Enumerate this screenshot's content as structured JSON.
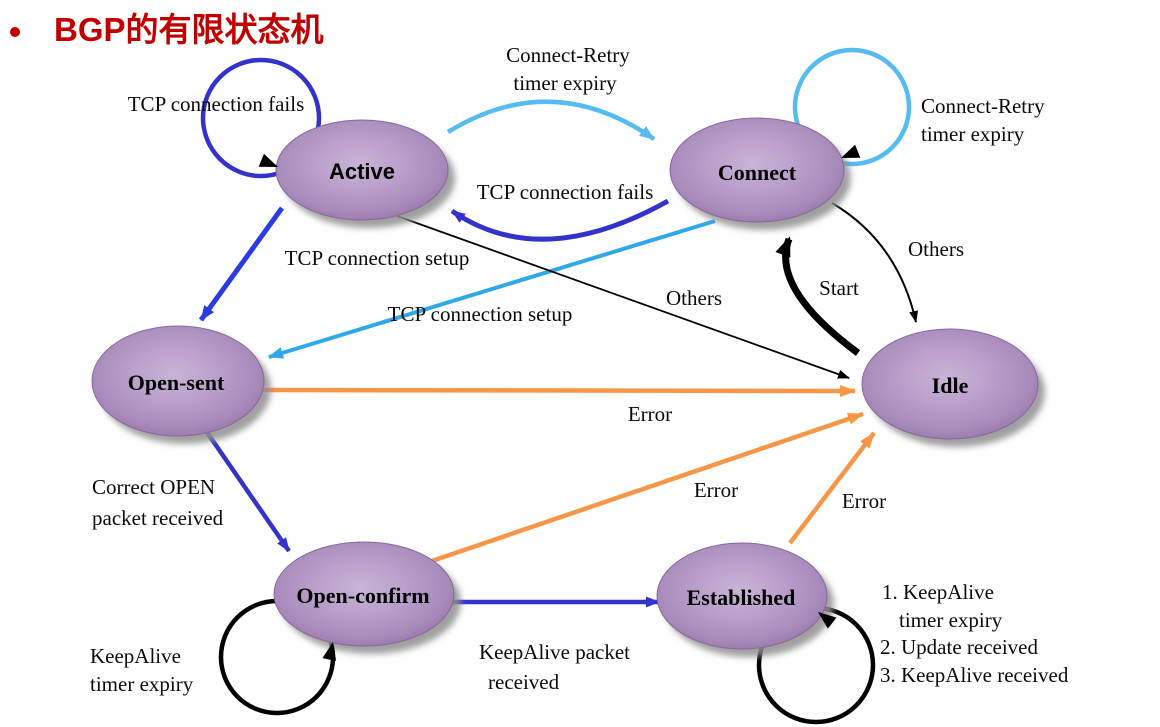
{
  "title": {
    "bullet": "•",
    "text": "BGP的有限状态机",
    "color": "#C00000"
  },
  "states": {
    "active": "Active",
    "connect": "Connect",
    "open_sent": "Open-sent",
    "idle": "Idle",
    "open_confirm": "Open-confirm",
    "established": "Established"
  },
  "labels": {
    "tcp_connection_fails": "TCP connection fails",
    "connect_retry_line1": "Connect-Retry",
    "connect_retry_line2": "timer expiry",
    "tcp_connection_setup": "TCP connection setup",
    "others": "Others",
    "start": "Start",
    "error": "Error",
    "correct_open_line1": "Correct OPEN",
    "correct_open_line2": "packet received",
    "keepalive_timer_line1": "KeepAlive",
    "keepalive_timer_line2": "timer expiry",
    "keepalive_packet_line1": "KeepAlive packet",
    "keepalive_packet_line2": "received",
    "established_note_1": "1. KeepAlive",
    "established_note_1b": "timer expiry",
    "established_note_2": "2. Update received",
    "established_note_3": "3. KeepAlive received"
  },
  "colors": {
    "title_red": "#C00000",
    "dark_blue": "#3333CC",
    "bright_blue": "#2B3BE4",
    "cyan": "#55BBF0",
    "cyan_deep": "#2FA8EA",
    "orange": "#F79646",
    "black": "#000000",
    "ellipse_center": "#C7B1D4",
    "ellipse_edge": "#9A76AD"
  }
}
